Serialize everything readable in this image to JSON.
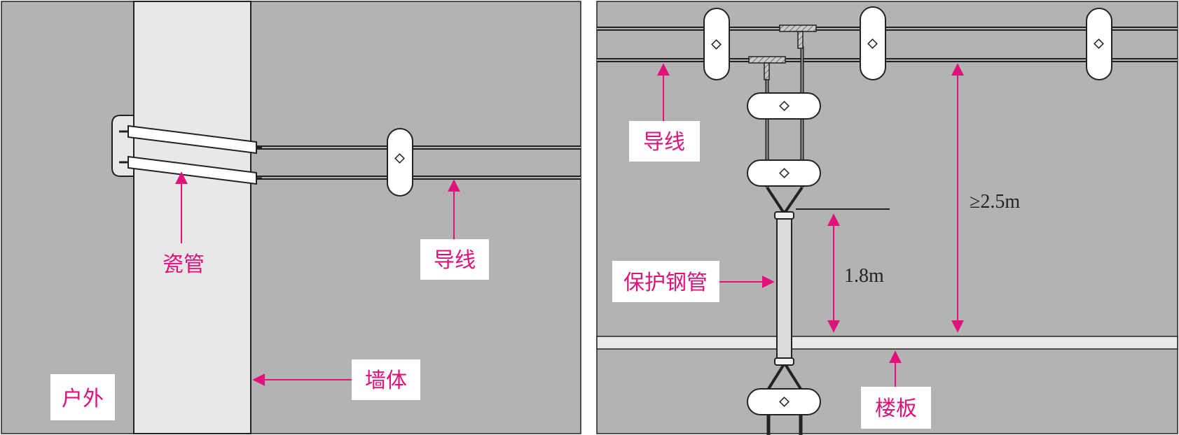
{
  "colors": {
    "panel_bg": "#b3b3b3",
    "wall_fill": "#e8e8e8",
    "line": "#222222",
    "insulator_fill": "#ffffff",
    "accent": "#e0127a",
    "pipe_fill": "#dcdcdc",
    "bracket_hatch": "#8a8a8a"
  },
  "left_panel": {
    "label_porcelain_tube": "瓷管",
    "label_conductor": "导线",
    "label_wall": "墙体",
    "label_outdoor": "户外"
  },
  "right_panel": {
    "label_conductor": "导线",
    "label_steel_pipe": "保护钢管",
    "label_floor": "楼板",
    "dim_pipe_height": "1.8m",
    "dim_wire_height": "≥2.5m"
  }
}
